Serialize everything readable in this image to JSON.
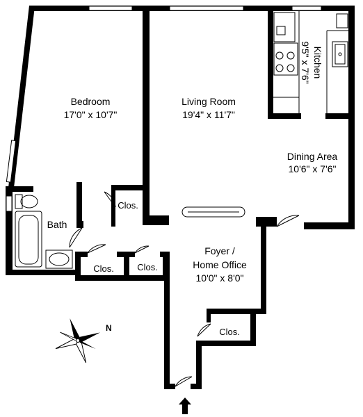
{
  "rooms": {
    "bedroom": {
      "name": "Bedroom",
      "size": "17'0\" x 10'7\""
    },
    "living": {
      "name": "Living Room",
      "size": "19'4\" x 11'7\""
    },
    "kitchen": {
      "name": "Kitchen",
      "size": "9'5\" x 7'6\""
    },
    "dining": {
      "name": "Dining Area",
      "size": "10'6\" x 7'6\""
    },
    "bath": {
      "name": "Bath"
    },
    "foyer": {
      "name_line1": "Foyer /",
      "name_line2": "Home Office",
      "size": "10'0\" x 8'0\""
    },
    "closet_bedroom": {
      "name": "Clos."
    },
    "closet_hall_left": {
      "name": "Clos."
    },
    "closet_hall_right": {
      "name": "Clos."
    },
    "closet_entry": {
      "name": "Clos."
    }
  },
  "compass": {
    "letter": "N",
    "icon": "compass-rose-icon"
  },
  "entrance": {
    "icon": "entrance-arrow-icon"
  }
}
